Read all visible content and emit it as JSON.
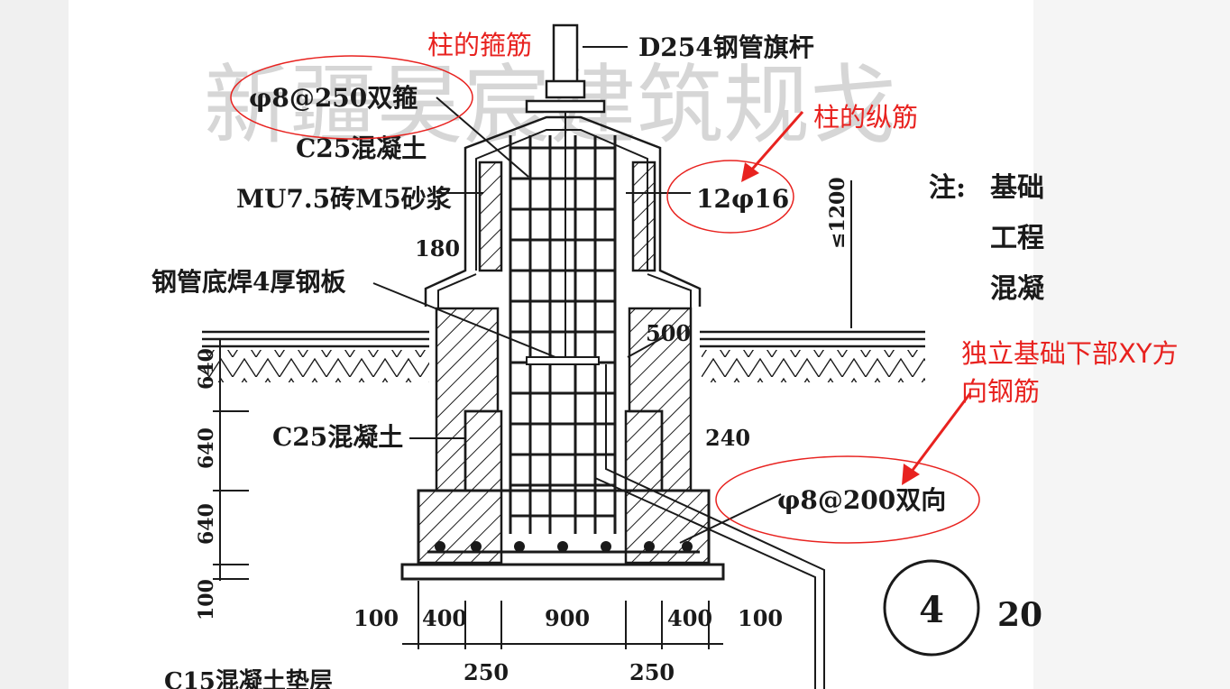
{
  "watermark": "新疆昊宸建筑规戈",
  "labels": {
    "flagpole": "D254钢管旗杆",
    "stirrup_spec": "φ8@250双箍",
    "concrete_top": "C25混凝土",
    "brick": "MU7.5砖M5砂浆",
    "dim_180": "180",
    "steel_plate": "钢管底焊4厚钢板",
    "concrete_mid": "C25混凝土",
    "long_bar_spec": "12φ16",
    "dim_500": "500",
    "dim_240": "240",
    "mesh_spec": "φ8@200双向",
    "elev_1200": "≤1200",
    "cushion": "C15混凝土垫层"
  },
  "left_dims": [
    "640",
    "640",
    "640",
    "100"
  ],
  "bottom_dims": [
    "100",
    "400",
    "900",
    "400",
    "100"
  ],
  "bottom_dims2": [
    "250",
    "250"
  ],
  "note": {
    "prefix": "注:",
    "lines": [
      "基础",
      "工程",
      "混凝"
    ]
  },
  "detail": {
    "number": "4",
    "scale": "20"
  },
  "annotations": {
    "stirrup": "柱的箍筋",
    "long_bar": "柱的纵筋",
    "base_mesh_line1": "独立基础下部XY方",
    "base_mesh_line2": "向钢筋"
  },
  "colors": {
    "annotation": "#e8221f",
    "line": "#1a1a1a",
    "watermark": "#d6d6d6"
  }
}
